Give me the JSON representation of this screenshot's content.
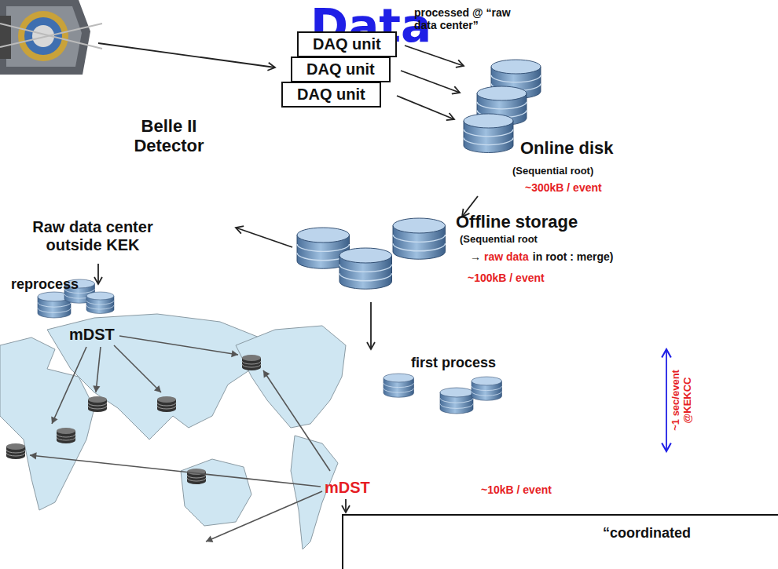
{
  "diagram": {
    "title": "Data",
    "nodes": [
      {
        "text": [
          "DAQ unit"
        ]
      },
      {
        "text": [
          "DAQ unit"
        ]
      },
      {
        "text": [
          "DAQ unit"
        ]
      },
      {
        "text": [
          "“coordinated"
        ]
      }
    ],
    "labels": [
      "processed @ “raw data center”",
      "Belle II Detector",
      "Online disk",
      "(Sequential root)",
      "~300kB / event",
      "Raw data center outside KEK",
      "reprocess",
      "mDST",
      "Offline storage",
      "(Sequential root",
      "→",
      "raw data",
      "in root : merge)",
      "~100kB / event",
      "first process",
      "mDST",
      "~10kB / event",
      "~1 sec/event @KEKCC"
    ]
  }
}
